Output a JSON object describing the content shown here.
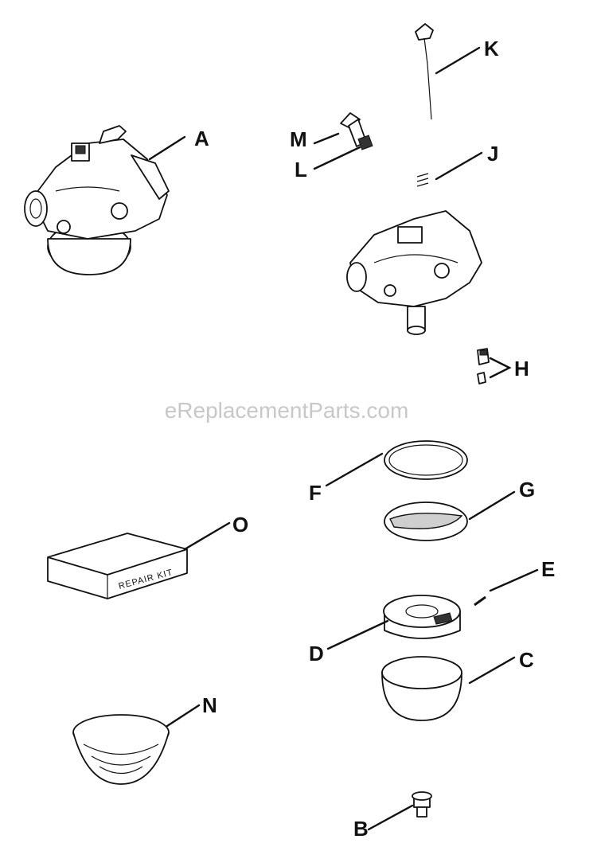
{
  "diagram": {
    "watermark": "eReplacementParts.com",
    "kit_label": "REPAIR KIT",
    "callouts": {
      "A": "A",
      "B": "B",
      "C": "C",
      "D": "D",
      "E": "E",
      "F": "F",
      "G": "G",
      "H": "H",
      "J": "J",
      "K": "K",
      "L": "L",
      "M": "M",
      "N": "N",
      "O": "O"
    }
  }
}
